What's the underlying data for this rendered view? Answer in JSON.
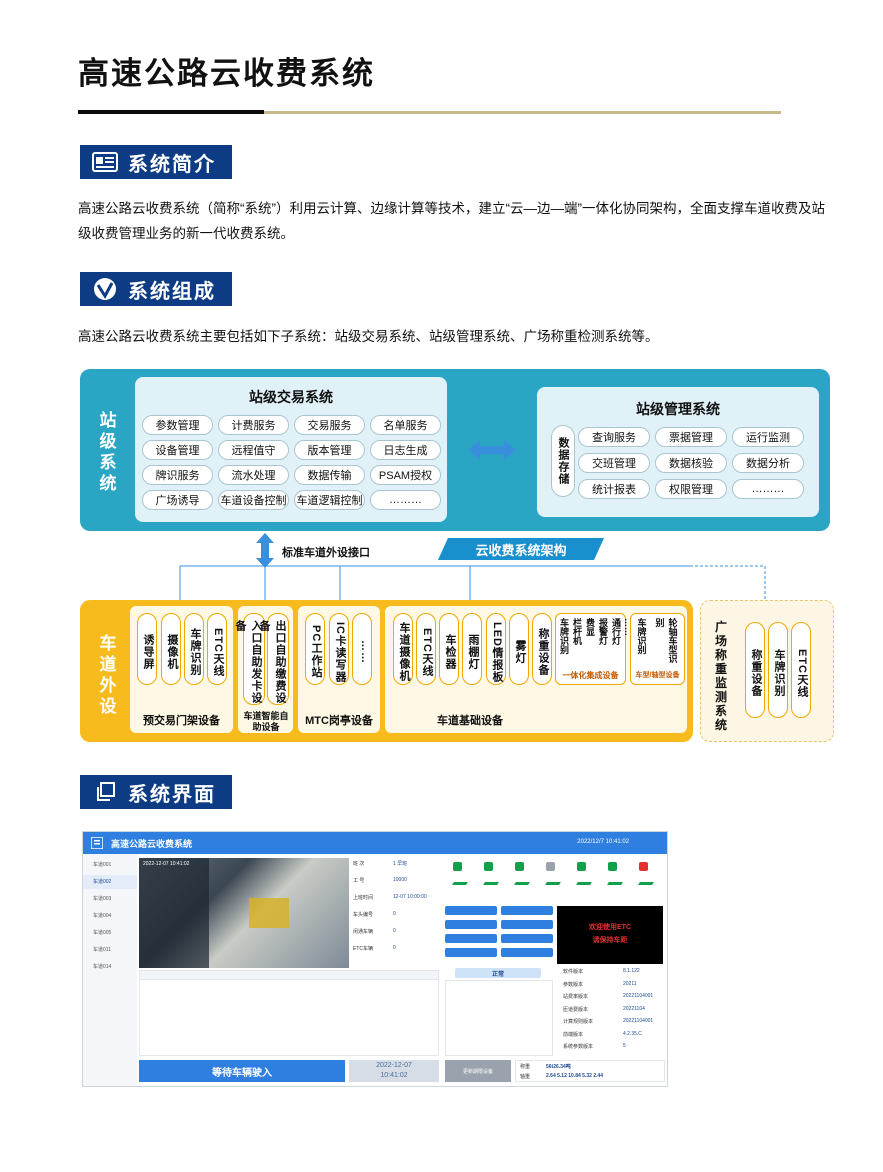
{
  "title": "高速公路云收费系统",
  "sections": {
    "intro": {
      "heading": "系统简介",
      "text": "高速公路云收费系统（简称“系统”）利用云计算、边缘计算等技术，建立“云—边—端”一体化协同架构，全面支撑车道收费及站级收费管理业务的新一代收费系统。"
    },
    "composition": {
      "heading": "系统组成",
      "text": "高速公路云收费系统主要包括如下子系统：站级交易系统、站级管理系统、广场称重检测系统等。"
    },
    "ui": {
      "heading": "系统界面"
    }
  },
  "diagram": {
    "station_label": "站级系统",
    "trade": {
      "title": "站级交易系统",
      "items": [
        "参数管理",
        "计费服务",
        "交易服务",
        "名单服务",
        "设备管理",
        "远程值守",
        "版本管理",
        "日志生成",
        "牌识服务",
        "流水处理",
        "数据传输",
        "PSAM授权",
        "广场诱导",
        "车道设备控制",
        "车道逻辑控制",
        "………"
      ]
    },
    "mgmt": {
      "title": "站级管理系统",
      "storage": "数据存储",
      "items": [
        "查询服务",
        "票据管理",
        "运行监测",
        "交班管理",
        "数据核验",
        "数据分析",
        "统计报表",
        "权限管理",
        "………"
      ]
    },
    "arch_banner": "云收费系统架构",
    "std_interface": "标准车道外设接口",
    "lane_label": "车道外设",
    "groups": [
      {
        "label": "预交易门架设备",
        "items": [
          "诱导屏",
          "摄像机",
          "车牌识别",
          "ETC天线"
        ]
      },
      {
        "label": "车道智能自助设备",
        "items": [
          "入口自助发卡设备",
          "出口自助缴费设备"
        ]
      },
      {
        "label": "MTC岗亭设备",
        "items": [
          "PC工作站",
          "IC卡读写器",
          "……"
        ]
      },
      {
        "label": "车道基础设备",
        "items": [
          "车道摄像机",
          "ETC天线",
          "车检器",
          "雨棚灯",
          "LED情报板",
          "雾灯",
          "称重设备"
        ]
      }
    ],
    "integrated": {
      "label": "一体化集成设备",
      "cols": [
        "车牌识别",
        "栏杆机",
        "费显",
        "报警灯",
        "通行灯",
        "……"
      ]
    },
    "axle": {
      "label": "车型/轴型设备",
      "cols": [
        "车牌识别",
        "轮轴车型识别"
      ]
    },
    "weigh": {
      "label": "广场称重监测系统",
      "items": [
        "称重设备",
        "车牌识别",
        "ETC天线"
      ]
    }
  },
  "screenshot": {
    "app_title": "高速公路云收费系统",
    "datetime": "2022/12/7 10:41:02",
    "side_items": [
      "车道001",
      "车道002",
      "车道003",
      "车道004",
      "车道005",
      "车道011",
      "车道014"
    ],
    "video_stamp": "2022-12-07 10:41:02",
    "info_rows": [
      {
        "k": "班 次",
        "v": "1 早班"
      },
      {
        "k": "工 号",
        "v": "10000"
      },
      {
        "k": "上班时间",
        "v": "12-07 10:00:00"
      },
      {
        "k": "车头编号",
        "v": "0"
      },
      {
        "k": "闲通车辆",
        "v": "0"
      },
      {
        "k": "ETC车辆",
        "v": "0"
      }
    ],
    "led_line1": "欢迎使用ETC",
    "led_line2": "请保持车距",
    "status_text": "正常",
    "wait_text": "等待车辆驶入",
    "bottom_date": "2022-12-07",
    "bottom_time": "10:41:02",
    "grey_btn": "更新期限设备",
    "version_rows": [
      {
        "k": "软件版本",
        "v": "8.1.122"
      },
      {
        "k": "参数版本",
        "v": "20211"
      },
      {
        "k": "站费率版本",
        "v": "20221104001"
      },
      {
        "k": "匝道费版本",
        "v": "20221104"
      },
      {
        "k": "计算规则版本",
        "v": "20221104001"
      },
      {
        "k": "前端版本",
        "v": "4.2.35.C"
      },
      {
        "k": "系统参数版本",
        "v": "5"
      }
    ],
    "wt_label": "称重",
    "wt_value": "56t26.34吨",
    "axle_label": "轴重",
    "axle_value": "2.64 5.12 10.84 5.32 2.44"
  }
}
